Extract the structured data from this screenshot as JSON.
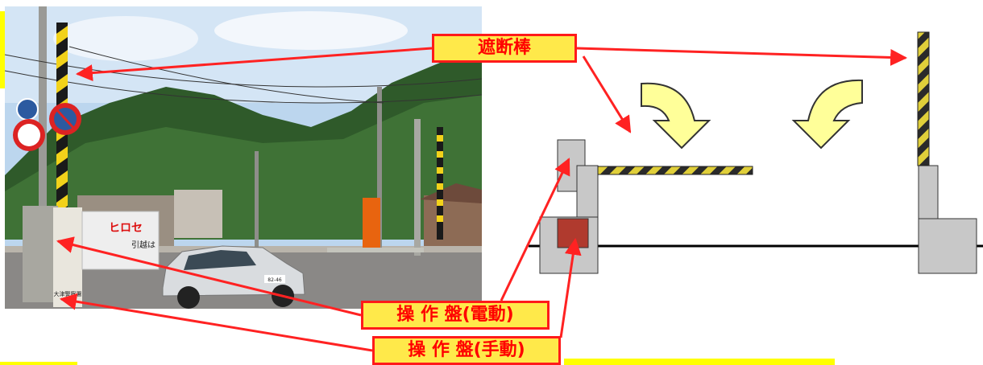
{
  "labels": {
    "barrier": "遮断棒",
    "panel_electric": "操 作 盤(電動)",
    "panel_manual": "操 作 盤(手動)"
  },
  "photo_signs": {
    "truck_side": "ヒロセ",
    "truck_back": "引越は",
    "panel_text": "大津警察署",
    "plate": "82-46"
  },
  "colors": {
    "callout_bg": "#ffe94a",
    "callout_border": "#ff1a1a",
    "callout_text": "#ff0000",
    "arrow": "#ff2222",
    "curve_arrow": "#ffff99",
    "block": "#c8c8c8",
    "manual_panel": "#b03a2e",
    "highlight": "#ffff00"
  },
  "icons": [
    "curved-arrow-down-right-icon",
    "curved-arrow-down-left-icon"
  ]
}
